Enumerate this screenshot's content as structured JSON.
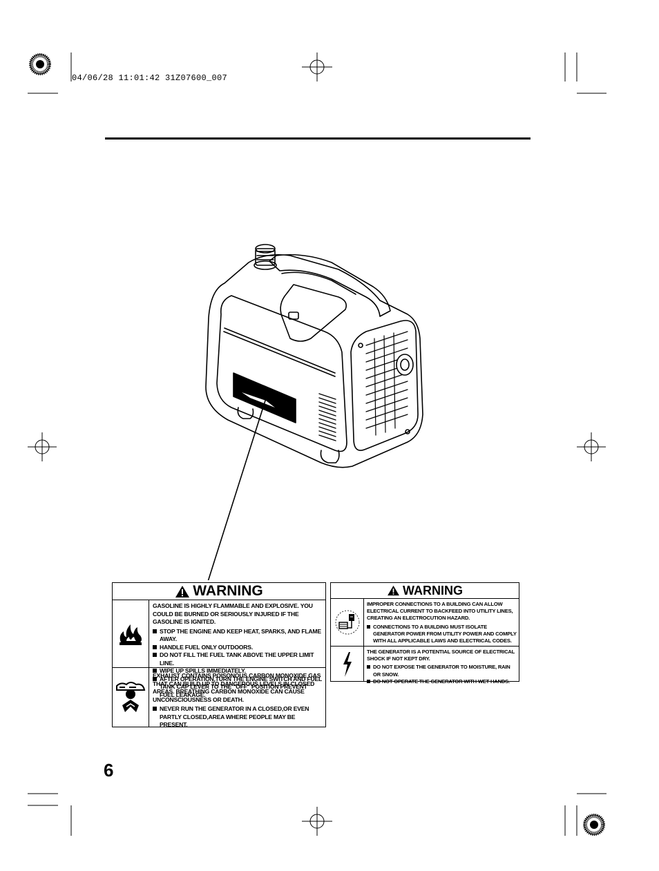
{
  "print_header": "04/06/28 11:01:42 31Z07600_007",
  "page_number": "6",
  "warning_label_1": {
    "heading": "WARNING",
    "rows": [
      {
        "icon": "fire-icon",
        "intro": "GASOLINE IS HIGHLY FLAMMABLE AND EXPLOSIVE. YOU COULD BE BURNED OR SERIOUSLY INJURED IF THE GASOLINE IS IGNITED.",
        "bullets": [
          "STOP THE ENGINE AND KEEP HEAT, SPARKS, AND FLAME AWAY.",
          "HANDLE FUEL ONLY OUTDOORS.",
          "DO NOT FILL THE FUEL TANK ABOVE THE UPPER LIMIT LINE.",
          "WIPE UP SPILLS IMMEDIATELY.",
          "AFTER OPERATION,TURN THE ENGINE SWITCH AND FUEL TANK CAP LEVER TO THE \"OFF\" POSITION PREVENT FUEL LEAKAGE."
        ]
      },
      {
        "icon": "toxic-gas-icon",
        "intro": "EXHAUST CONTAINS POISONOUS CARBON MONOXIDE GAS THAT CAN BUILD UP TO DANGEROUS LEVELS IN CLOSED AREAS. BREATHING CARBON MONOXIDE CAN CAUSE UNCONSCIOUSNESS OR DEATH.",
        "bullets": [
          "NEVER RUN THE GENERATOR IN A CLOSED,OR EVEN PARTLY CLOSED,AREA WHERE PEOPLE MAY BE PRESENT."
        ]
      }
    ]
  },
  "warning_label_2": {
    "heading": "WARNING",
    "rows": [
      {
        "icon": "backfeed-icon",
        "intro": "IMPROPER CONNECTIONS TO A BUILDING CAN ALLOW ELECTRICAL CURRENT TO BACKFEED INTO UTILITY LINES, CREATING AN ELECTROCUTION HAZARD.",
        "bullets": [
          "CONNECTIONS TO A BUILDING MUST ISOLATE GENERATOR POWER FROM UTILITY POWER AND COMPLY WITH ALL APPLICABLE LAWS AND ELECTRICAL CODES."
        ]
      },
      {
        "icon": "lightning-icon",
        "intro": "THE GENERATOR IS A POTENTIAL SOURCE OF ELECTRICAL SHOCK IF NOT KEPT DRY.",
        "bullets": [
          "DO NOT EXPOSE THE GENERATOR TO MOISTURE, RAIN OR SNOW.",
          "DO NOT OPERATE THE GENERATOR WITH WET HANDS."
        ]
      }
    ]
  }
}
